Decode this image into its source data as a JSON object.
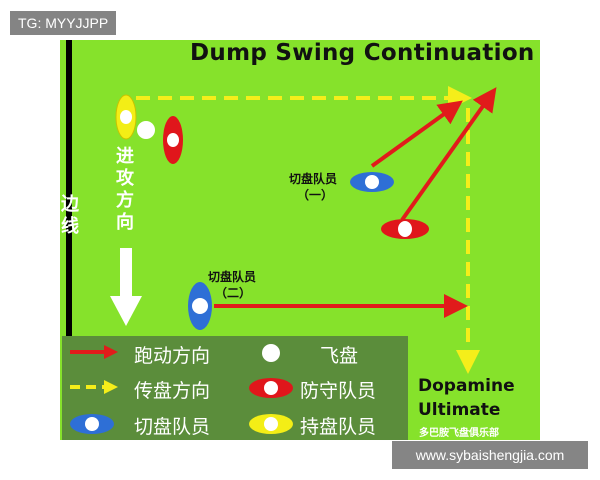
{
  "watermarks": {
    "top": "TG: MYYJJPP",
    "bottom": "www.sybaishengjia.com"
  },
  "diagram": {
    "title": "Dump Swing Continuation",
    "labels": {
      "cutter_one_line1": "切盘队员",
      "cutter_one_line2": "（一）",
      "cutter_two_line1": "切盘队员",
      "cutter_two_line2": "（二）",
      "attack_direction": [
        "进",
        "攻",
        "方",
        "向"
      ],
      "sideline": [
        "边",
        "线"
      ]
    },
    "legend": {
      "run_direction": "跑动方向",
      "disc": "飞盘",
      "pass_direction": "传盘方向",
      "defender": "防守队员",
      "cutter": "切盘队员",
      "handler": "持盘队员"
    },
    "brand": {
      "line1": "Dopamine",
      "line2": "Ultimate",
      "sub": "多巴胺飞盘俱乐部"
    },
    "colors": {
      "field": "#86e22b",
      "run_arrow": "#e11b1b",
      "pass_arrow": "#f5ee1a",
      "defender": "#e0161b",
      "cutter": "#2e6fd6",
      "handler": "#f3ee16",
      "disc": "#ffffff"
    }
  }
}
